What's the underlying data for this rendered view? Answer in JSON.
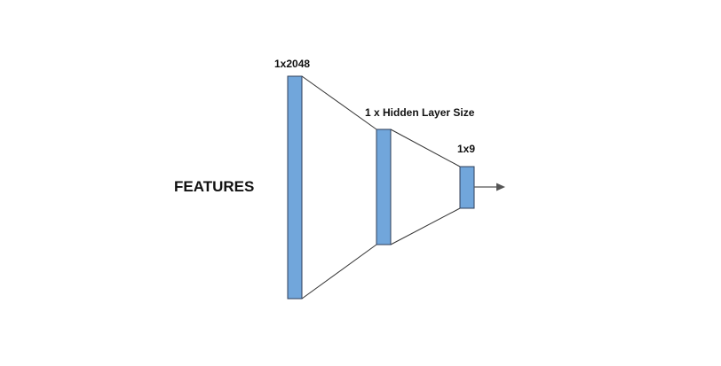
{
  "diagram": {
    "features_label": "FEATURES",
    "layers": [
      {
        "label": "1x2048"
      },
      {
        "label": "1 x Hidden Layer Size"
      },
      {
        "label": "1x9"
      }
    ]
  },
  "colors": {
    "layer_fill": "#71a6db",
    "layer_stroke": "#2f3f5a",
    "connector": "#333333",
    "arrow": "#555555"
  }
}
